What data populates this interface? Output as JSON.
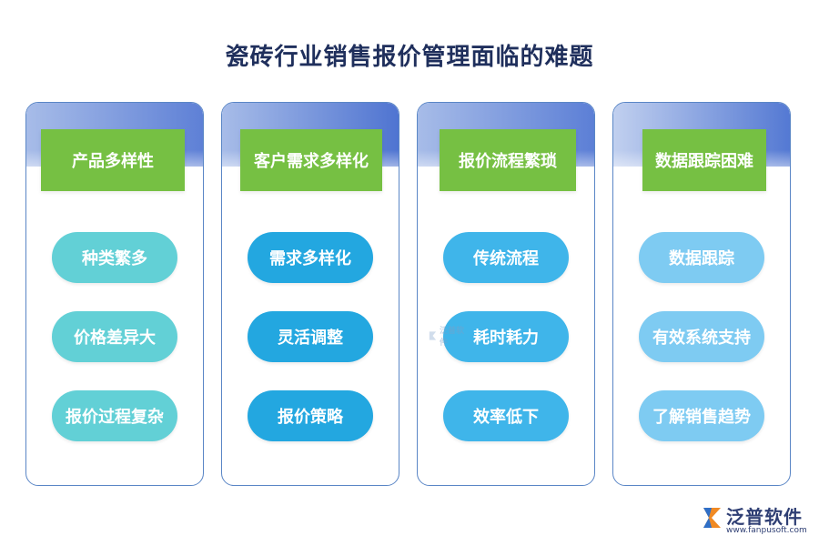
{
  "title": "瓷砖行业销售报价管理面临的难题",
  "columns": [
    {
      "header": "产品多样性",
      "items": [
        "种类繁多",
        "价格差异大",
        "报价过程复杂"
      ]
    },
    {
      "header": "客户需求多样化",
      "items": [
        "需求多样化",
        "灵活调整",
        "报价策略"
      ]
    },
    {
      "header": "报价流程繁琐",
      "items": [
        "传统流程",
        "耗时耗力",
        "效率低下"
      ]
    },
    {
      "header": "数据跟踪困难",
      "items": [
        "数据跟踪",
        "有效系统支持",
        "了解销售趋势"
      ]
    }
  ],
  "watermark": {
    "text": "泛普软件"
  },
  "logo": {
    "name": "泛普软件",
    "url": "www.fanpusoft.com",
    "icon": "fanpu-logo-icon"
  },
  "colors": {
    "title": "#1f2f5c",
    "header_green": "#76c043",
    "column_border": "#5a86c6",
    "col1_item": "#62d0d6",
    "col2_item": "#23a7e0",
    "col3_item": "#3fb5ea",
    "col4_item": "#7ecbf2"
  }
}
